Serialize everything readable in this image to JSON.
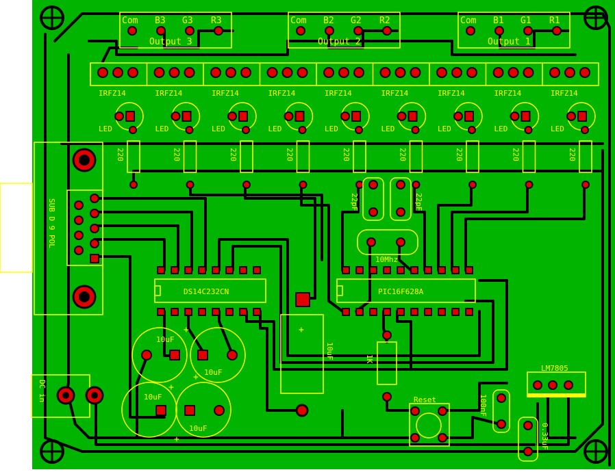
{
  "colors": {
    "board": "#00b400",
    "trace": "#000000",
    "silk": "#ffff00",
    "pad": "#e00000"
  },
  "connectors": [
    {
      "title": "Output 3",
      "pins": [
        "Com",
        "B3",
        "G3",
        "R3"
      ]
    },
    {
      "title": "Output 2",
      "pins": [
        "Com",
        "B2",
        "G2",
        "R2"
      ]
    },
    {
      "title": "Output 1",
      "pins": [
        "Com",
        "B1",
        "G1",
        "R1"
      ]
    }
  ],
  "mosfet_label": "IRFZ14",
  "led_label": "LED",
  "resistor_label": "220",
  "db9_label": "SUB D 9 POL",
  "dc_label": "DC in",
  "driver_ic": "DS14C232CN",
  "mcu_ic": "PIC16F628A",
  "crystal_label": "10Mhz",
  "crystal_cap_label": "22pF",
  "cap_10uf": "10uF",
  "cap_100nf": "100nF",
  "cap_033uf": "0.33uF",
  "resistor_1k": "1K",
  "reset_label": "Reset",
  "regulator_label": "LM7805",
  "plus_sign": "+"
}
